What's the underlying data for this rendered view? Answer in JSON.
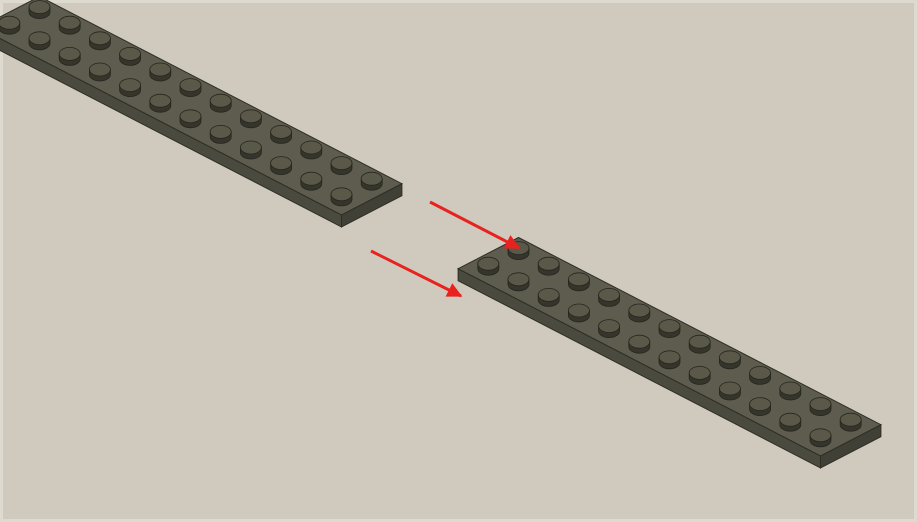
{
  "scene": {
    "background_color": "#cfcabd",
    "frame_color": "#dedad0"
  },
  "bricks": [
    {
      "name": "plate-upper-left",
      "studs_long": 12,
      "studs_wide": 2,
      "color": "#58574a",
      "top_color": "#5d5c4e",
      "side_color": "#4b4a3e",
      "front_color": "#414036",
      "stud_top_color": "#595849",
      "stud_side_color": "#35352c"
    },
    {
      "name": "plate-lower-right",
      "studs_long": 12,
      "studs_wide": 2,
      "color": "#58574a",
      "top_color": "#5d5c4e",
      "side_color": "#4b4a3e",
      "front_color": "#414036",
      "stud_top_color": "#595849",
      "stud_side_color": "#35352c"
    }
  ],
  "arrows": [
    {
      "name": "arrow-top",
      "color": "#e8221f"
    },
    {
      "name": "arrow-bottom",
      "color": "#e8221f"
    }
  ]
}
